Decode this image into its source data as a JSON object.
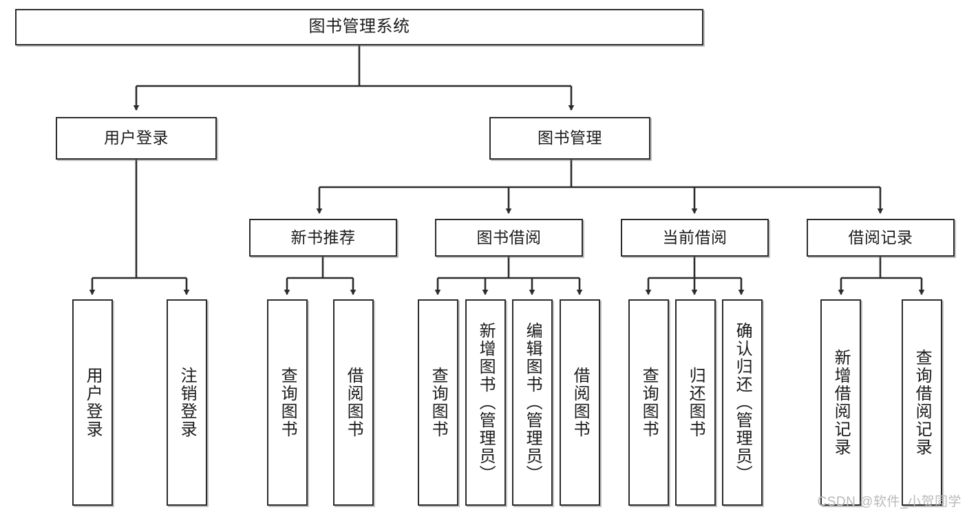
{
  "diagram": {
    "title": "图书管理系统",
    "type": "功能结构图",
    "watermark": "CSDN @软件_小贺同学",
    "colors": {
      "box_border": "#2b2b2b",
      "box_fill": "#ffffff",
      "connector": "#2b2b2b",
      "text": "#1b1b1b",
      "watermark": "#b9b9b9"
    }
  },
  "nodes": {
    "root": {
      "label": "图书管理系统"
    },
    "level2": [
      {
        "id": "user-login",
        "label": "用户登录"
      },
      {
        "id": "book-manage",
        "label": "图书管理"
      }
    ],
    "level3": [
      {
        "id": "new-book-rec",
        "label": "新书推荐"
      },
      {
        "id": "book-borrow",
        "label": "图书借阅"
      },
      {
        "id": "current-borrow",
        "label": "当前借阅"
      },
      {
        "id": "borrow-record",
        "label": "借阅记录"
      }
    ],
    "leaves": [
      {
        "id": "leaf-user-login",
        "label": "用户登录"
      },
      {
        "id": "leaf-logout-login",
        "label": "注销登录"
      },
      {
        "id": "leaf-query-book-1",
        "label": "查询图书"
      },
      {
        "id": "leaf-borrow-book-1",
        "label": "借阅图书"
      },
      {
        "id": "leaf-query-book-2",
        "label": "查询图书"
      },
      {
        "id": "leaf-add-book",
        "label": "新增图书（管理员）"
      },
      {
        "id": "leaf-edit-book",
        "label": "编辑图书（管理员）"
      },
      {
        "id": "leaf-borrow-book-2",
        "label": "借阅图书"
      },
      {
        "id": "leaf-query-book-3",
        "label": "查询图书"
      },
      {
        "id": "leaf-return-book",
        "label": "归还图书"
      },
      {
        "id": "leaf-confirm-return",
        "label": "确认归还（管理员）"
      },
      {
        "id": "leaf-add-record",
        "label": "新增借阅记录"
      },
      {
        "id": "leaf-query-record",
        "label": "查询借阅记录"
      }
    ]
  },
  "chart_data": {
    "type": "tree",
    "title": "图书管理系统",
    "root": "图书管理系统",
    "edges": [
      {
        "from": "图书管理系统",
        "to": "用户登录"
      },
      {
        "from": "图书管理系统",
        "to": "图书管理"
      },
      {
        "from": "用户登录",
        "to": "用户登录(叶)"
      },
      {
        "from": "用户登录",
        "to": "注销登录"
      },
      {
        "from": "图书管理",
        "to": "新书推荐"
      },
      {
        "from": "图书管理",
        "to": "图书借阅"
      },
      {
        "from": "图书管理",
        "to": "当前借阅"
      },
      {
        "from": "图书管理",
        "to": "借阅记录"
      },
      {
        "from": "新书推荐",
        "to": "查询图书"
      },
      {
        "from": "新书推荐",
        "to": "借阅图书"
      },
      {
        "from": "图书借阅",
        "to": "查询图书"
      },
      {
        "from": "图书借阅",
        "to": "新增图书（管理员）"
      },
      {
        "from": "图书借阅",
        "to": "编辑图书（管理员）"
      },
      {
        "from": "图书借阅",
        "to": "借阅图书"
      },
      {
        "from": "当前借阅",
        "to": "查询图书"
      },
      {
        "from": "当前借阅",
        "to": "归还图书"
      },
      {
        "from": "当前借阅",
        "to": "确认归还（管理员）"
      },
      {
        "from": "借阅记录",
        "to": "新增借阅记录"
      },
      {
        "from": "借阅记录",
        "to": "查询借阅记录"
      }
    ]
  }
}
